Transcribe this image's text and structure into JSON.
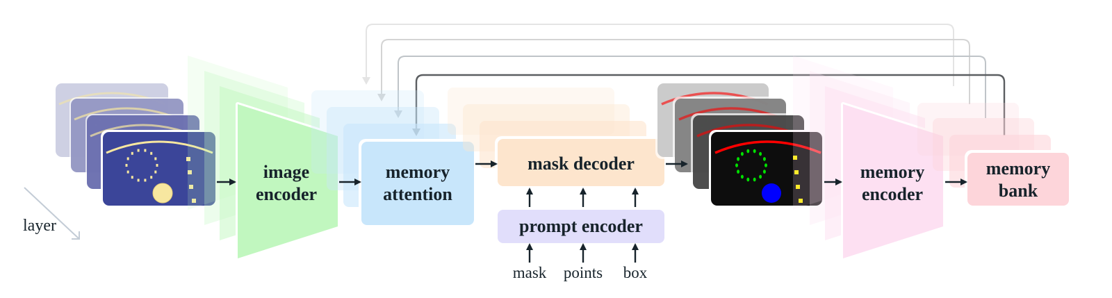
{
  "diagram": {
    "axis_label": "layer",
    "modules": {
      "image_encoder": {
        "line1": "image",
        "line2": "encoder",
        "color": "#c1f7bf"
      },
      "memory_attention": {
        "line1": "memory",
        "line2": "attention",
        "color": "#c8e6fb"
      },
      "mask_decoder": {
        "label": "mask decoder",
        "color": "#fde5cd"
      },
      "prompt_encoder": {
        "label": "prompt encoder",
        "color": "#e1defb"
      },
      "memory_encoder": {
        "line1": "memory",
        "line2": "encoder",
        "color": "#fde0f2"
      },
      "memory_bank": {
        "line1": "memory",
        "line2": "bank",
        "color": "#fdd5da"
      }
    },
    "prompt_inputs": [
      "mask",
      "points",
      "box"
    ],
    "input_frame": {
      "background": "#2a3590",
      "feature_color": "#f7e7a0"
    },
    "output_mask": {
      "background": "#000000",
      "curve": "#ff0000",
      "ring": "#00e000",
      "disk": "#0000ff",
      "dots": "#ffee00"
    },
    "feedback_levels": 4,
    "arrow_color": "#17232b"
  }
}
